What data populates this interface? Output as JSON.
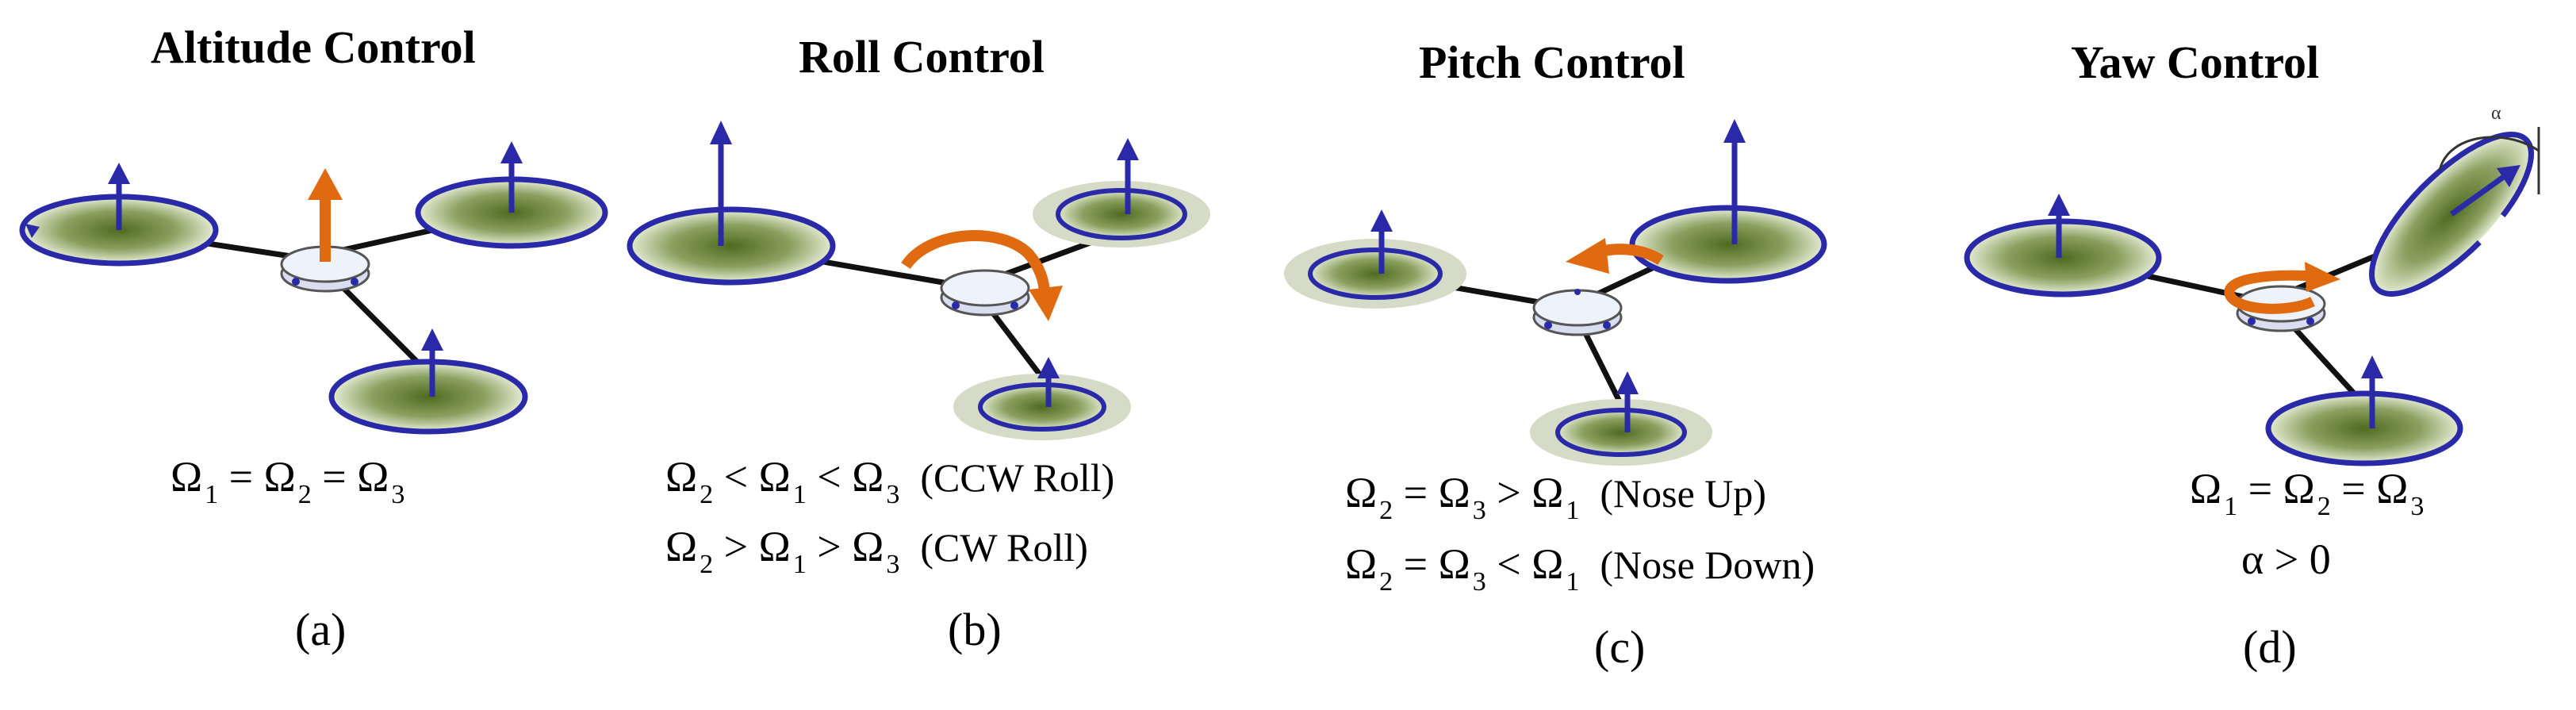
{
  "colors": {
    "propeller_ring": "#2a2aa8",
    "thrust_arrow": "#2a2aa8",
    "altitude_arrow": "#e06a10",
    "disc_green": "#7a8f4a",
    "hub_fill": "#e4eaf6",
    "arm": "#111111"
  },
  "panels": [
    {
      "title": "Altitude Control",
      "equations": [
        {
          "terms": [
            {
              "s": "Ω",
              "sub": "1"
            },
            {
              "op": " = "
            },
            {
              "s": "Ω",
              "sub": "2"
            },
            {
              "op": " = "
            },
            {
              "s": "Ω",
              "sub": "3"
            }
          ],
          "note": ""
        }
      ],
      "caption": "(a)"
    },
    {
      "title": "Roll Control",
      "equations": [
        {
          "terms": [
            {
              "s": "Ω",
              "sub": "2"
            },
            {
              "op": " < "
            },
            {
              "s": "Ω",
              "sub": "1"
            },
            {
              "op": " < "
            },
            {
              "s": "Ω",
              "sub": "3"
            }
          ],
          "note": "(CCW Roll)"
        },
        {
          "terms": [
            {
              "s": "Ω",
              "sub": "2"
            },
            {
              "op": " > "
            },
            {
              "s": "Ω",
              "sub": "1"
            },
            {
              "op": " > "
            },
            {
              "s": "Ω",
              "sub": "3"
            }
          ],
          "note": "(CW Roll)"
        }
      ],
      "caption": "(b)"
    },
    {
      "title": "Pitch Control",
      "equations": [
        {
          "terms": [
            {
              "s": "Ω",
              "sub": "2"
            },
            {
              "op": " = "
            },
            {
              "s": "Ω",
              "sub": "3"
            },
            {
              "op": " > "
            },
            {
              "s": "Ω",
              "sub": "1"
            }
          ],
          "note": "(Nose Up)"
        },
        {
          "terms": [
            {
              "s": "Ω",
              "sub": "2"
            },
            {
              "op": " = "
            },
            {
              "s": "Ω",
              "sub": "3"
            },
            {
              "op": " < "
            },
            {
              "s": "Ω",
              "sub": "1"
            }
          ],
          "note": "(Nose Down)"
        }
      ],
      "caption": "(c)"
    },
    {
      "title": "Yaw Control",
      "equations": [
        {
          "terms": [
            {
              "s": "Ω",
              "sub": "1"
            },
            {
              "op": " = "
            },
            {
              "s": "Ω",
              "sub": "2"
            },
            {
              "op": " = "
            },
            {
              "s": "Ω",
              "sub": "3"
            }
          ],
          "note": ""
        },
        {
          "terms": [
            {
              "s": "α > 0"
            }
          ],
          "note": ""
        }
      ],
      "caption": "(d)",
      "tilt_angle_label": "α"
    }
  ]
}
